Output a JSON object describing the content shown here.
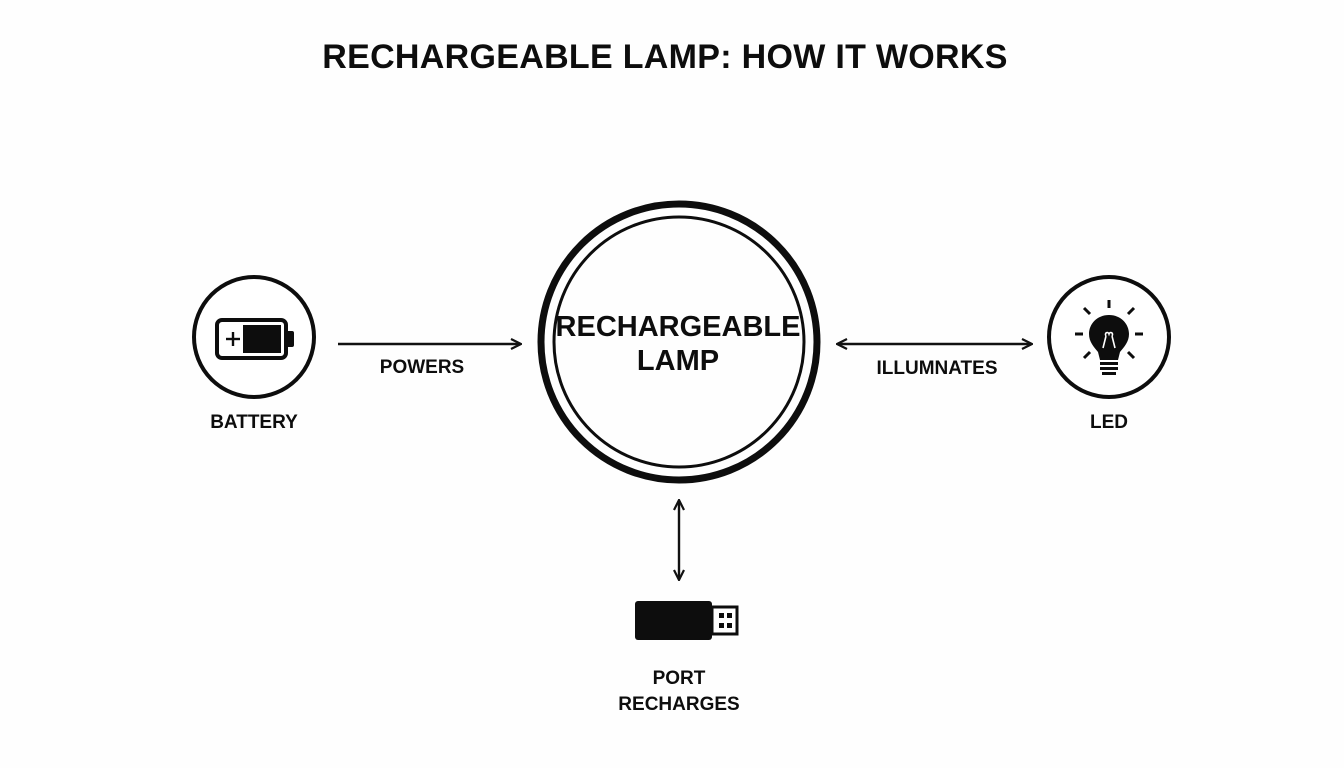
{
  "title": "RECHARGEABLE LAMP: HOW IT WORKS",
  "center": {
    "line1": "RECHARGEABLE",
    "line2": "LAMP"
  },
  "nodes": {
    "battery": {
      "label": "BATTERY",
      "icon": "battery-icon"
    },
    "led": {
      "label": "LED",
      "icon": "lightbulb-icon"
    },
    "port": {
      "label": "PORT",
      "icon": "usb-plug-icon"
    }
  },
  "edges": {
    "powers": "POWERS",
    "illuminates": "ILLUMNATES",
    "recharges": "RECHARGES"
  }
}
